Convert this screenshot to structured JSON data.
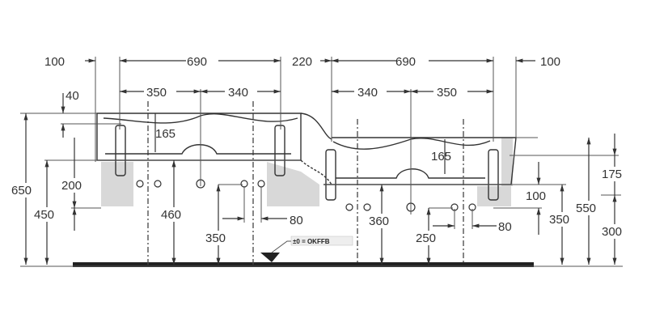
{
  "drawing": {
    "top_row": [
      "100",
      "690",
      "220",
      "690",
      "100"
    ],
    "second_row": [
      "350",
      "340",
      "340",
      "350"
    ],
    "left_dims": {
      "d40": "40",
      "d165": "165",
      "d650": "650",
      "d450": "450",
      "d200": "200",
      "d460": "460",
      "d350": "350",
      "d80": "80"
    },
    "right_dims": {
      "d165": "165",
      "d360": "360",
      "d250": "250",
      "d80": "80",
      "d100": "100",
      "d350": "350",
      "d550": "550",
      "d175": "175",
      "d300": "300"
    },
    "floor_note": "±0 = OKFFB"
  }
}
